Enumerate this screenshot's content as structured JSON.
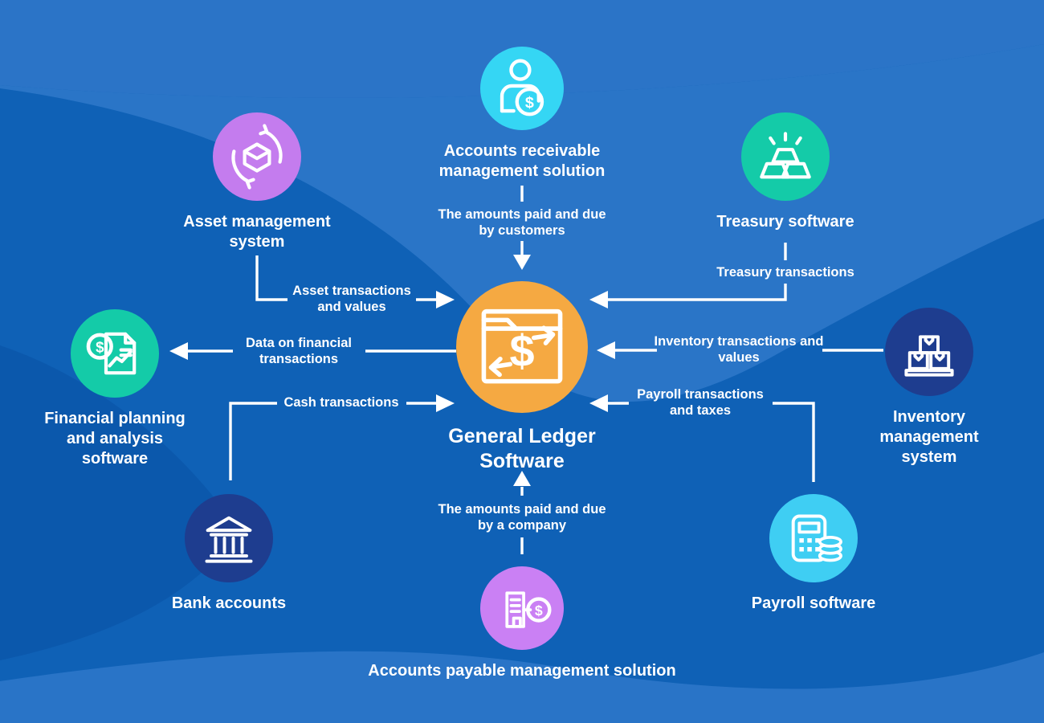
{
  "diagram_title": "General Ledger Software",
  "center": {
    "label": "General Ledger Software",
    "icon": "ledger-browser-dollar-icon",
    "color": "#F5A942",
    "currency_symbol": "$"
  },
  "nodes": [
    {
      "id": "accounts-receivable",
      "label": "Accounts receivable management solution",
      "icon": "customer-coin-icon",
      "color": "#35D6F4",
      "currency_symbol": "$"
    },
    {
      "id": "asset-management",
      "label": "Asset management system",
      "icon": "asset-lifecycle-cube-icon",
      "color": "#C47CEE"
    },
    {
      "id": "treasury",
      "label": "Treasury software",
      "icon": "gold-bars-icon",
      "color": "#14CBA8"
    },
    {
      "id": "financial-planning",
      "label": "Financial planning and analysis software",
      "icon": "report-chart-coin-icon",
      "color": "#14CBA8",
      "currency_symbol": "$"
    },
    {
      "id": "inventory",
      "label": "Inventory management system",
      "icon": "stacked-boxes-icon",
      "color": "#1E3D8F"
    },
    {
      "id": "bank-accounts",
      "label": "Bank accounts",
      "icon": "bank-building-icon",
      "color": "#1E3D8F"
    },
    {
      "id": "payroll",
      "label": "Payroll software",
      "icon": "calculator-coins-icon",
      "color": "#3FCEF3"
    },
    {
      "id": "accounts-payable",
      "label": "Accounts payable management solution",
      "icon": "company-payment-icon",
      "color": "#CA80F4",
      "currency_symbol": "$"
    }
  ],
  "connections": [
    {
      "from": "accounts-receivable",
      "to": "center",
      "label": "The amounts paid and due by customers",
      "direction": "into-center"
    },
    {
      "from": "asset-management",
      "to": "center",
      "label": "Asset transactions and values",
      "direction": "into-center"
    },
    {
      "from": "treasury",
      "to": "center",
      "label": "Treasury transactions",
      "direction": "into-center"
    },
    {
      "from": "center",
      "to": "financial-planning",
      "label": "Data on financial transactions",
      "direction": "out-of-center"
    },
    {
      "from": "inventory",
      "to": "center",
      "label": "Inventory transactions and values",
      "direction": "into-center"
    },
    {
      "from": "bank-accounts",
      "to": "center",
      "label": "Cash transactions",
      "direction": "into-center"
    },
    {
      "from": "payroll",
      "to": "center",
      "label": "Payroll transactions and taxes",
      "direction": "into-center"
    },
    {
      "from": "accounts-payable",
      "to": "center",
      "label": "The amounts paid and due by a company",
      "direction": "into-center"
    }
  ],
  "colors": {
    "background_main": "#0F61B6",
    "background_light_wave": "#2C77C9",
    "background_dark_wave": "#0B58AC",
    "connector": "#FFFFFF",
    "text": "#FFFFFF",
    "center_circle": "#F5A942"
  }
}
